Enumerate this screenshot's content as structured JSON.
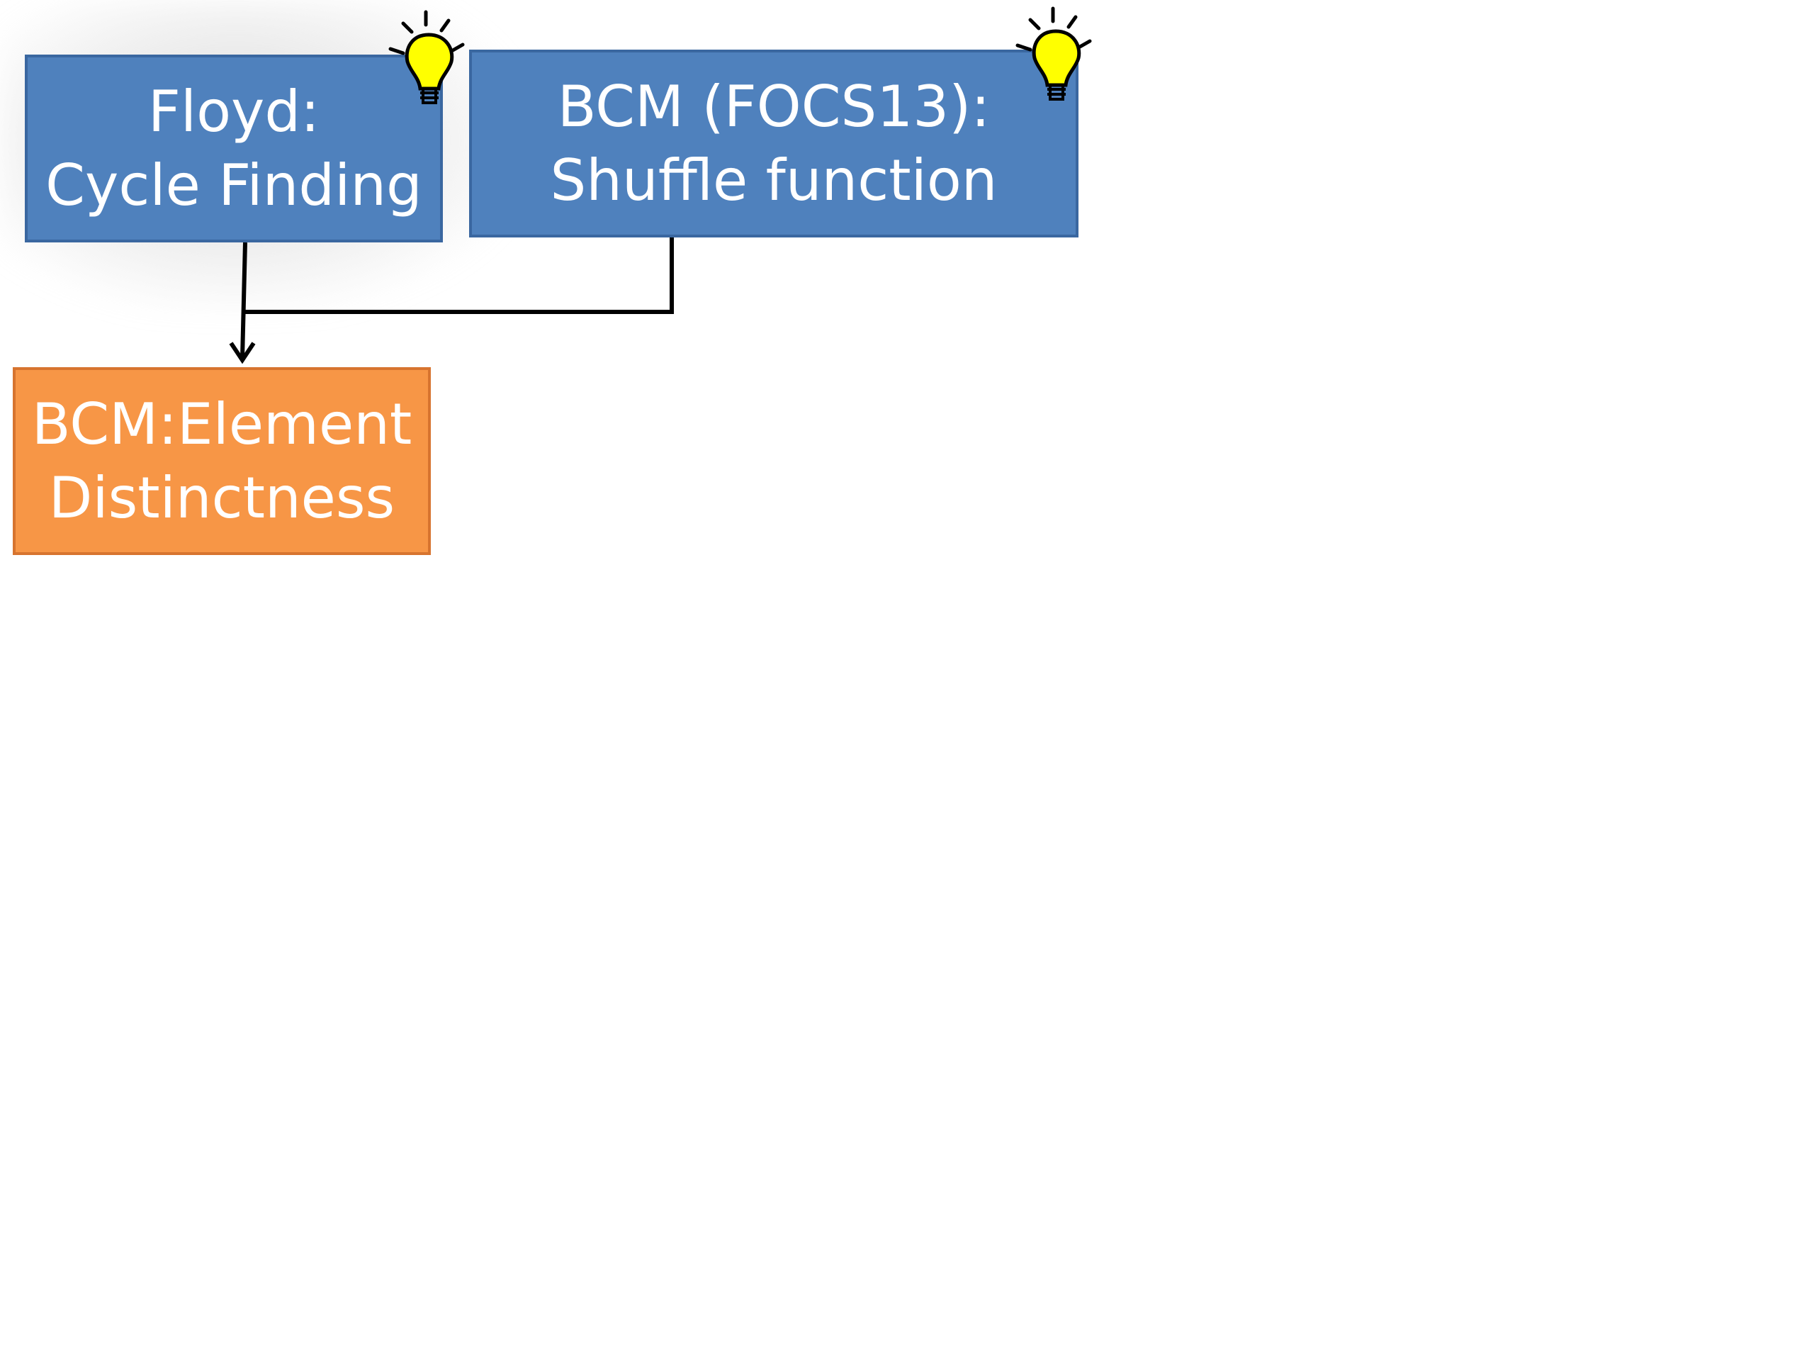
{
  "diagram": {
    "nodes": [
      {
        "id": "floyd",
        "lines": [
          "Floyd:",
          "Cycle Finding"
        ],
        "color": "#4f81bd",
        "has_idea_icon": true
      },
      {
        "id": "bcm_shuffle",
        "lines": [
          "BCM (FOCS13):",
          "Shuffle function"
        ],
        "color": "#4f81bd",
        "has_idea_icon": true
      },
      {
        "id": "element_distinctness",
        "lines": [
          "BCM:Element",
          "Distinctness"
        ],
        "color": "#f79646",
        "has_idea_icon": false
      }
    ],
    "edges": [
      {
        "from": "floyd",
        "to": "element_distinctness"
      },
      {
        "from": "bcm_shuffle",
        "to": "element_distinctness"
      }
    ],
    "icon": "lightbulb-icon",
    "bulb_color": "#ffff00",
    "arrow_color": "#000000"
  }
}
